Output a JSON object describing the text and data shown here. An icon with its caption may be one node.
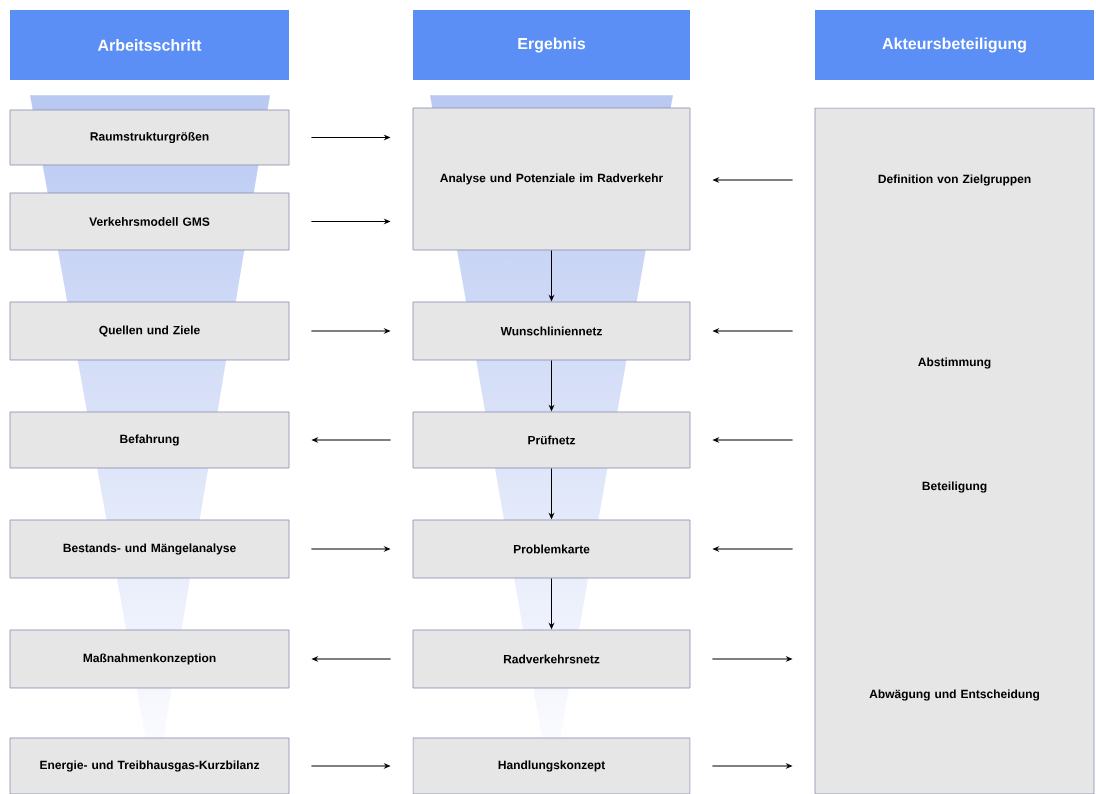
{
  "diagram": {
    "nodes": [
      {
        "text": [
          "Arbeitsschritt"
        ]
      },
      {
        "text": [
          "Ergebnis"
        ]
      },
      {
        "text": [
          "Akteursbeteiligung"
        ]
      },
      {
        "text": [
          "Raumstrukturgrößen"
        ]
      },
      {
        "text": [
          "Verkehrsmodell GMS"
        ]
      },
      {
        "text": [
          "Quellen und Ziele"
        ]
      },
      {
        "text": [
          "Befahrung"
        ]
      },
      {
        "text": [
          "Bestands- und Mängelanalyse"
        ]
      },
      {
        "text": [
          "Maßnahmenkonzeption"
        ]
      },
      {
        "text": [
          "Energie- und Treibhausgas-Kurzbilanz"
        ]
      },
      {
        "text": [
          "Analyse und Potenziale im Radverkehr"
        ]
      },
      {
        "text": [
          "Wunschliniennetz"
        ]
      },
      {
        "text": [
          "Prüfnetz"
        ]
      },
      {
        "text": [
          "Problemkarte"
        ]
      },
      {
        "text": [
          "Radverkehrsnetz"
        ]
      },
      {
        "text": [
          "Handlungskonzept"
        ]
      },
      {
        "text": [
          "Definition von Zielgruppen",
          "Abstimmung",
          "Beteiligung",
          "Abwägung und Entscheidung"
        ]
      }
    ],
    "edges": [
      {
        "from": 3,
        "to": 10,
        "arrow": "to"
      },
      {
        "from": 4,
        "to": 10,
        "arrow": "to"
      },
      {
        "from": 5,
        "to": 11,
        "arrow": "to"
      },
      {
        "from": 12,
        "to": 6,
        "arrow": "to"
      },
      {
        "from": 7,
        "to": 13,
        "arrow": "to"
      },
      {
        "from": 14,
        "to": 8,
        "arrow": "to"
      },
      {
        "from": 9,
        "to": 15,
        "arrow": "to"
      },
      {
        "from": 10,
        "to": 11,
        "arrow": "to"
      },
      {
        "from": 11,
        "to": 12,
        "arrow": "to"
      },
      {
        "from": 12,
        "to": 13,
        "arrow": "to"
      },
      {
        "from": 13,
        "to": 14,
        "arrow": "to"
      },
      {
        "from": 16,
        "to": 10,
        "arrow": "to"
      },
      {
        "from": 16,
        "to": 11,
        "arrow": "to"
      },
      {
        "from": 16,
        "to": 12,
        "arrow": "to"
      },
      {
        "from": 16,
        "to": 13,
        "arrow": "to"
      },
      {
        "from": 14,
        "to": 16,
        "arrow": "to"
      },
      {
        "from": 15,
        "to": 16,
        "arrow": "to"
      }
    ]
  }
}
